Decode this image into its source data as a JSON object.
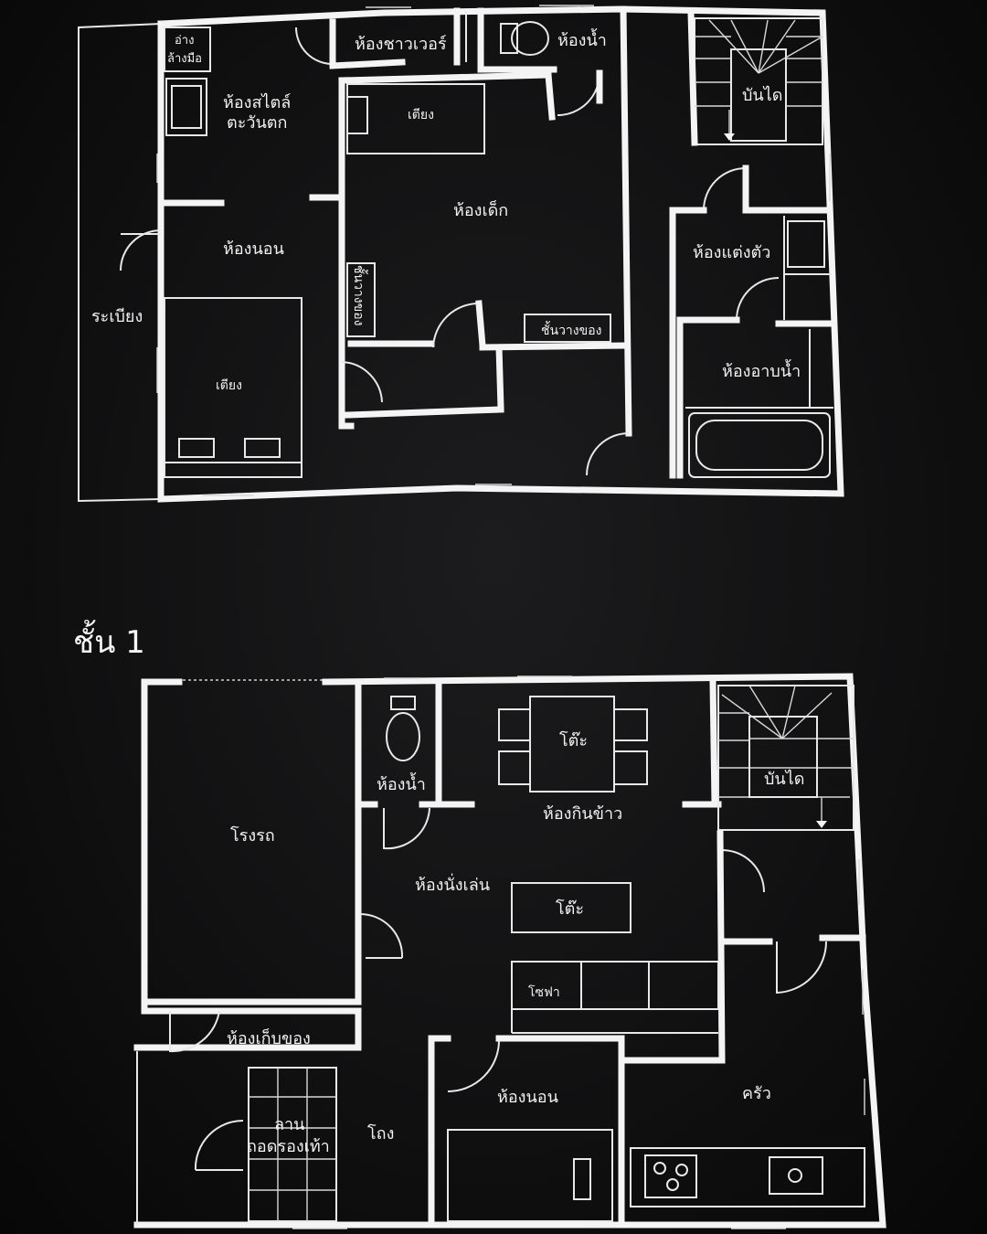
{
  "upper_floor": {
    "rooms": {
      "hand_basin": "อ่าง ล้างมือ",
      "hand_basin_line1": "อ่าง",
      "hand_basin_line2": "ล้างมือ",
      "shower_room": "ห้องชาวเวอร์",
      "toilet": "ห้องน้ำ",
      "stairs": "บันได",
      "western_room_line1": "ห้องสไตล์",
      "western_room_line2": "ตะวันตก",
      "bed_top": "เตียง",
      "kids_room": "ห้องเด็ก",
      "bedroom": "ห้องนอน",
      "shelf_vertical": "ชั้นวางของ",
      "shelf": "ชั้นวางของ",
      "dressing_room": "ห้องแต่งตัว",
      "veranda": "ระเบียง",
      "bed_bottom": "เตียง",
      "bathroom": "ห้องอาบน้ำ"
    }
  },
  "floor_heading": "ชั้น 1",
  "ground_floor": {
    "rooms": {
      "table_dining": "โต๊ะ",
      "toilet": "ห้องน้ำ",
      "stairs": "บันได",
      "dining_room": "ห้องกินข้าว",
      "garage": "โรงรถ",
      "living_room": "ห้องนั่งเล่น",
      "table_living": "โต๊ะ",
      "sofa": "โซฟา",
      "storage": "ห้องเก็บของ",
      "shoe_area_line1": "ลาน",
      "shoe_area_line2": "ถอดรองเท้า",
      "entrance": "โถง",
      "bedroom": "ห้องนอน",
      "kitchen": "ครัว"
    }
  }
}
